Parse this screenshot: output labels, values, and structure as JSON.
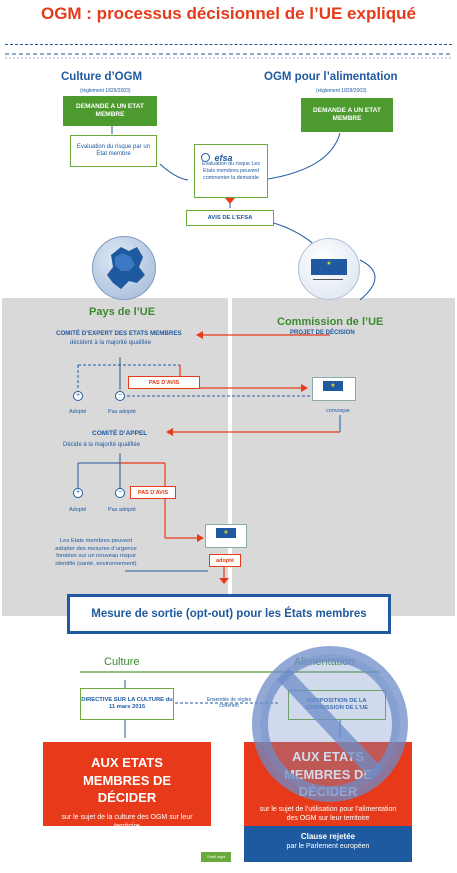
{
  "title": "OGM : processus décisionnel de l’UE expliqué",
  "colors": {
    "red": "#e63a1a",
    "blue": "#1f5aa0",
    "green": "#4d9a2f",
    "grey": "#d9d9d9"
  },
  "top_left": {
    "heading": "Culture d’OGM",
    "regulation": "(règlement 1829/2003)",
    "request": "DEMANDE A UN ETAT MEMBRE",
    "evaluation": "Evaluation du risque par un Etat membre"
  },
  "top_right": {
    "heading": "OGM pour l’alimentation",
    "regulation": "(règlement 1829/2003)",
    "request": "DEMANDE A UN ETAT MEMBRE"
  },
  "efsa": {
    "logo": "efsa",
    "text": "Evaluation du risque Les Etats membres peuvent commenter la demande",
    "opinion": "AVIS DE L’EFSA"
  },
  "pays": {
    "heading": "Pays de l’UE",
    "committee": "COMITÉ D’EXPERT DES ETATS MEMBRES",
    "committee_sub": "décident à la majorité qualifiée",
    "no_opinion": "PAS D’AVIS",
    "adopted": "Adopté",
    "not_adopted": "Pas adopté",
    "appeal": "COMITÉ D’APPEL",
    "appeal_sub": "Décide à la majorité qualifiée",
    "emergency": "Les Etats membres peuvent adopter des mesures d’urgence fondées sur un nouveau risque identifié (santé, environnement)"
  },
  "commission": {
    "heading": "Commission de l’UE",
    "draft": "PROJET DE DÉCISION",
    "convene": "convoque",
    "adopted_badge": "adopté"
  },
  "optout": {
    "text": "Mesure de sortie (opt-out) pour les États membres"
  },
  "bottom_left": {
    "label": "Culture",
    "directive": "DIRECTIVE SUR LA CULTURE du 11 mars 2015",
    "coherent": "Ensemble de règles cohérent",
    "big_title": "AUX ETATS MEMBRES DE DÉCIDER",
    "big_sub": "sur le sujet de la culture des OGM sur leur territoire"
  },
  "bottom_right": {
    "label": "Alimentation",
    "proposal": "PROPOSITION DE LA COMMISSION DE L’UE",
    "big_title": "AUX ETATS MEMBRES DE DÉCIDER",
    "big_sub": "sur le sujet de l’utilisation pour l’alimentation des OGM sur leur territoire",
    "rejected": "Clause rejetée",
    "rejected_sub": "par le Parlement européen"
  },
  "footer": "Credit logos"
}
